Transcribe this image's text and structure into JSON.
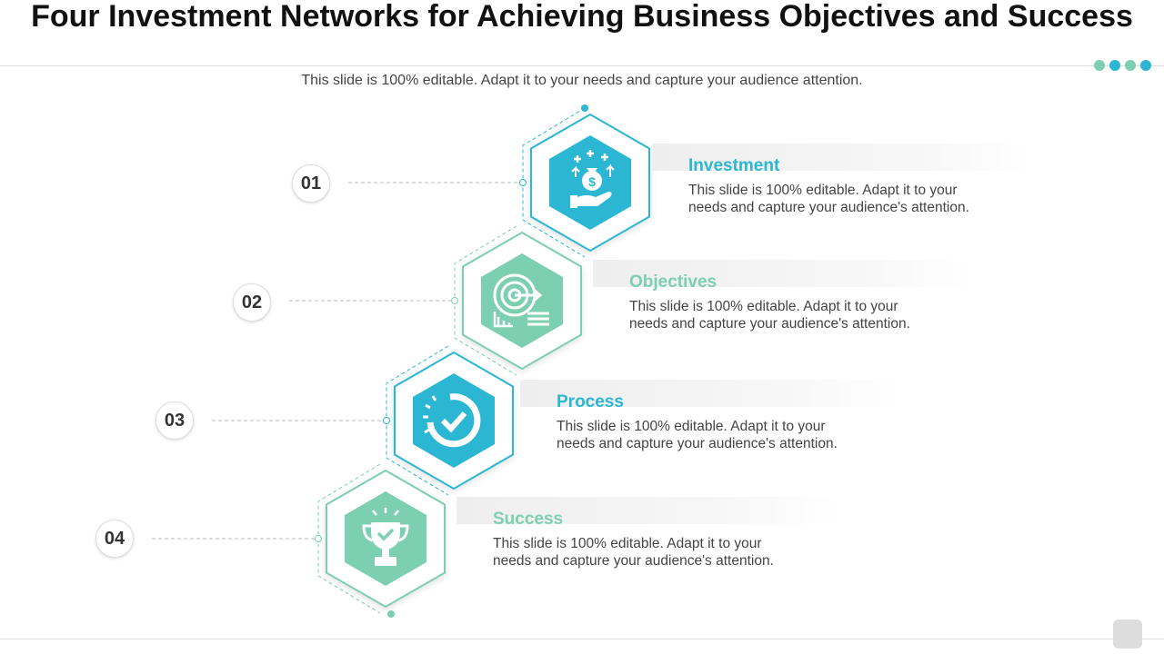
{
  "title": "Four Investment Networks for Achieving Business Objectives and Success",
  "subtitle": "This slide is 100% editable. Adapt it to your needs and capture your audience attention.",
  "colors": {
    "blue": "#2bb7d3",
    "green": "#7dcfb1"
  },
  "items": [
    {
      "num": "01",
      "title": "Investment",
      "text": "This slide is 100% editable. Adapt it to your needs and capture your audience's attention.",
      "icon": "money-bag-hand-icon",
      "color": "#2bb7d3"
    },
    {
      "num": "02",
      "title": "Objectives",
      "text": "This slide is 100% editable. Adapt it to your needs and capture your audience's attention.",
      "icon": "target-icon",
      "color": "#7dcfb1"
    },
    {
      "num": "03",
      "title": "Process",
      "text": "This slide is 100% editable. Adapt it to your needs and capture your audience's attention.",
      "icon": "process-check-icon",
      "color": "#2bb7d3"
    },
    {
      "num": "04",
      "title": "Success",
      "text": "This slide is 100% editable. Adapt it to your needs and capture your audience's attention.",
      "icon": "trophy-icon",
      "color": "#7dcfb1"
    }
  ]
}
